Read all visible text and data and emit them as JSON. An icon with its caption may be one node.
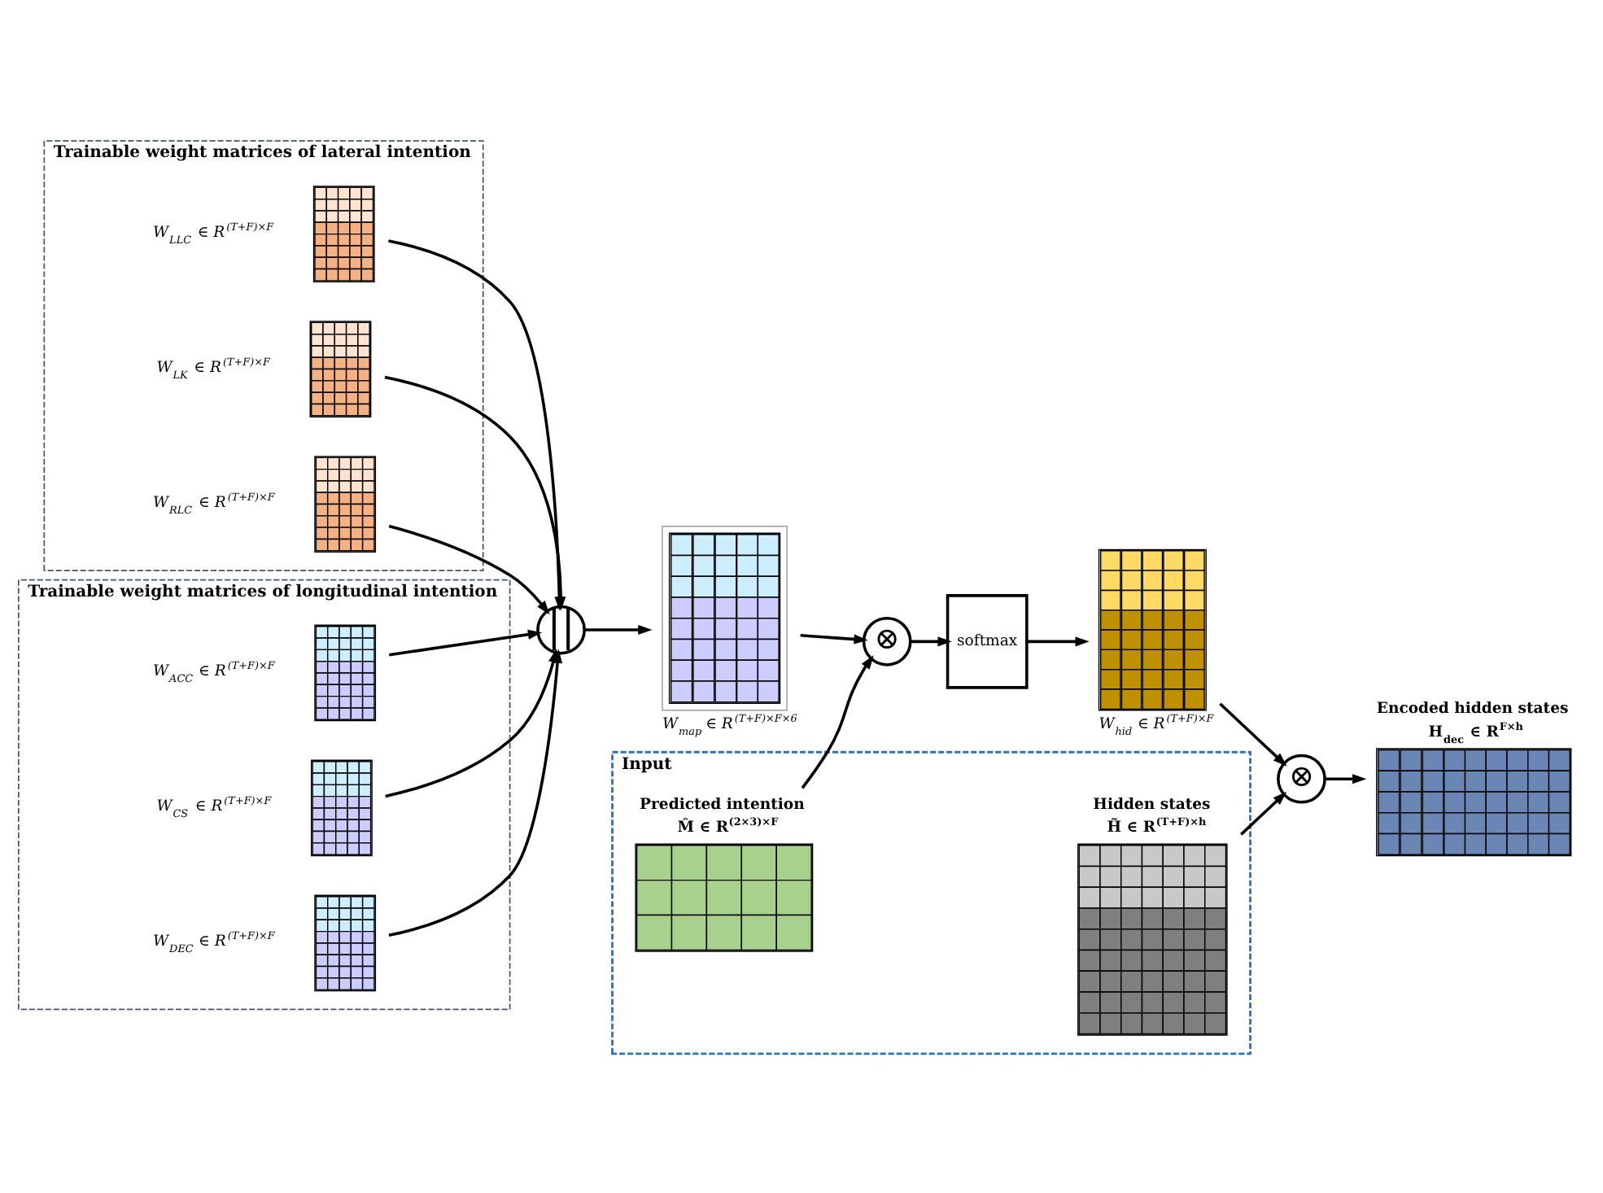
{
  "diagram": {
    "nodes": [
      {
        "text": [
          "Trainable weight matrices of lateral intention"
        ]
      },
      {
        "text": [],
        "shape": "box",
        "in": 0,
        "beside": [
          "W$_{LLC}$ ∈ R$^{(T+F)×F}$"
        ]
      },
      {
        "text": [],
        "shape": "box",
        "in": 0,
        "beside": [
          "W$_{LK}$ ∈ R$^{(T+F)×F}$"
        ]
      },
      {
        "text": [],
        "shape": "box",
        "in": 0,
        "beside": [
          "W$_{RLC}$ ∈ R$^{(T+F)×F}$"
        ]
      },
      {
        "text": [
          "Trainable weight matrices of longitudinal intention"
        ]
      },
      {
        "text": [],
        "shape": "box",
        "in": 4,
        "beside": [
          "W$_{ACC}$ ∈ R$^{(T+F)×F}$"
        ]
      },
      {
        "text": [],
        "shape": "box",
        "in": 4,
        "beside": [
          "W$_{CS}$ ∈ R$^{(T+F)×F}$"
        ]
      },
      {
        "text": [],
        "shape": "box",
        "in": 4,
        "beside": [
          "W$_{DEC}$ ∈ R$^{(T+F)×F}$"
        ]
      },
      {
        "text": [
          "||"
        ]
      },
      {
        "text": [
          "Input"
        ]
      },
      {
        "text": [
          "Predicted intention",
          "M̂ ∈ R$^{(2×3)×F}$"
        ],
        "in": 9
      },
      {
        "text": [
          "Hidden states",
          "H̃ ∈ R$^{(T+F)×h}$"
        ],
        "in": 9
      },
      {
        "text": [
          "⊗"
        ]
      },
      {
        "text": [
          "softmax"
        ]
      },
      {
        "text": [
          "⊗"
        ]
      },
      {
        "text": [
          "Encoded hidden states",
          "H$_{dec}$ ∈ R$^{F×h}$"
        ]
      },
      {
        "text": [],
        "shape": "box",
        "beside": [
          "W$_{map}$ ∈ R$^{(T+F)×F×6}$"
        ]
      },
      {
        "text": [],
        "shape": "box",
        "beside": [
          "W$_{hid}$ ∈ R$^{(T+F)×F}$"
        ]
      }
    ],
    "edges": [
      {
        "from": 1,
        "to": 8,
        "arrow": "to"
      },
      {
        "from": 2,
        "to": 8,
        "arrow": "to"
      },
      {
        "from": 3,
        "to": 8,
        "arrow": "to"
      },
      {
        "from": 5,
        "to": 8,
        "arrow": "to"
      },
      {
        "from": 6,
        "to": 8,
        "arrow": "to"
      },
      {
        "from": 7,
        "to": 8,
        "arrow": "to"
      },
      {
        "from": 8,
        "to": 16,
        "arrow": "to"
      },
      {
        "from": 10,
        "to": 12,
        "arrow": "to"
      },
      {
        "from": 16,
        "to": 12,
        "arrow": "to"
      },
      {
        "from": 12,
        "to": 13,
        "arrow": "to"
      },
      {
        "from": 13,
        "to": 17,
        "arrow": "to"
      },
      {
        "from": 11,
        "to": 14,
        "arrow": "to"
      },
      {
        "from": 17,
        "to": 14,
        "arrow": "to"
      },
      {
        "from": 14,
        "to": 15,
        "arrow": "to"
      }
    ]
  }
}
